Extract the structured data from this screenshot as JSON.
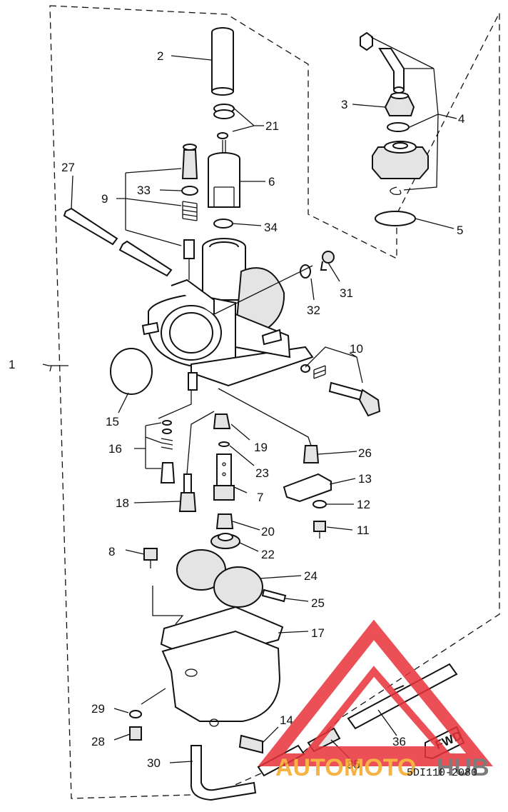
{
  "diagram": {
    "code": "5DI110-2080",
    "fwd_tag": "FWD",
    "watermark": {
      "text_a": "AUTO",
      "text_b": "MOTO",
      "text_c": "HUB",
      "color_red": "#e8323a",
      "color_orange": "#f5a623",
      "color_gray": "#666666"
    },
    "labels": {
      "l1": "1",
      "l2": "2",
      "l3": "3",
      "l4": "4",
      "l5": "5",
      "l6": "6",
      "l7": "7",
      "l8": "8",
      "l9": "9",
      "l10": "10",
      "l11": "11",
      "l12": "12",
      "l13": "13",
      "l14": "14",
      "l15": "15",
      "l16": "16",
      "l17": "17",
      "l18": "18",
      "l19": "19",
      "l20": "20",
      "l21": "21",
      "l22": "22",
      "l23": "23",
      "l24": "24",
      "l25": "25",
      "l26": "26",
      "l27": "27",
      "l28": "28",
      "l29": "29",
      "l30": "30",
      "l31": "31",
      "l32": "32",
      "l33": "33",
      "l34": "34",
      "l35": "35",
      "l36": "36"
    }
  }
}
